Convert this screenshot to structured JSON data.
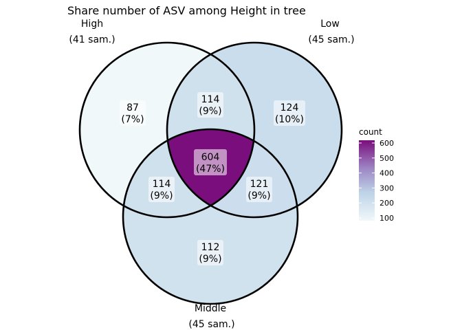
{
  "title": "Share number of ASV among Height in tree",
  "sets": [
    {
      "name": "High",
      "size_label": "(41 sam.)"
    },
    {
      "name": "Low",
      "size_label": "(45 sam.)"
    },
    {
      "name": "Middle",
      "size_label": "(45 sam.)"
    }
  ],
  "regions": [
    {
      "id": "high-only",
      "count": "87",
      "pct": "(7%)",
      "value": 87
    },
    {
      "id": "high-low",
      "count": "114",
      "pct": "(9%)",
      "value": 114
    },
    {
      "id": "low-only",
      "count": "124",
      "pct": "(10%)",
      "value": 124
    },
    {
      "id": "all-three",
      "count": "604",
      "pct": "(47%)",
      "value": 604
    },
    {
      "id": "high-middle",
      "count": "114",
      "pct": "(9%)",
      "value": 114
    },
    {
      "id": "low-middle",
      "count": "121",
      "pct": "(9%)",
      "value": 121
    },
    {
      "id": "middle-only",
      "count": "112",
      "pct": "(9%)",
      "value": 112
    }
  ],
  "legend": {
    "title": "count",
    "ticks": [
      "600",
      "500",
      "400",
      "300",
      "200",
      "100"
    ],
    "tick_values": [
      600,
      500,
      400,
      300,
      200,
      100
    ],
    "range": [
      87,
      604
    ]
  },
  "colors": {
    "low": "#f0f8fa",
    "mid": "#a9c5e0",
    "high": "#7a0e7d",
    "outline": "#000000"
  }
}
